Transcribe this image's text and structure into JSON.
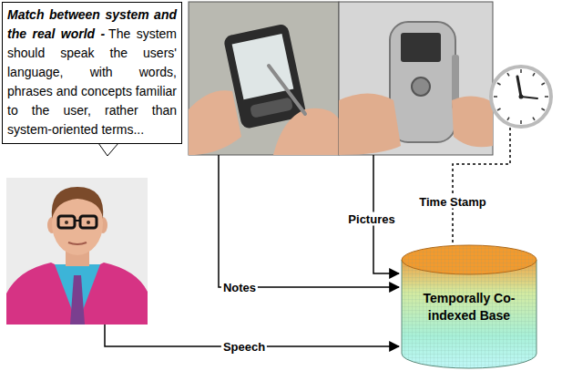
{
  "diagram": {
    "nodes": [
      {
        "text": [
          "Match between system and the real world -",
          "The system should speak the users' language, with words, phrases and concepts familiar to the user, rather than system-oriented terms..."
        ]
      },
      {
        "text": [
          "Temporally Co-indexed Base"
        ]
      }
    ],
    "labels": [
      "Pictures",
      "Time Stamp",
      "Notes",
      "Speech"
    ]
  }
}
